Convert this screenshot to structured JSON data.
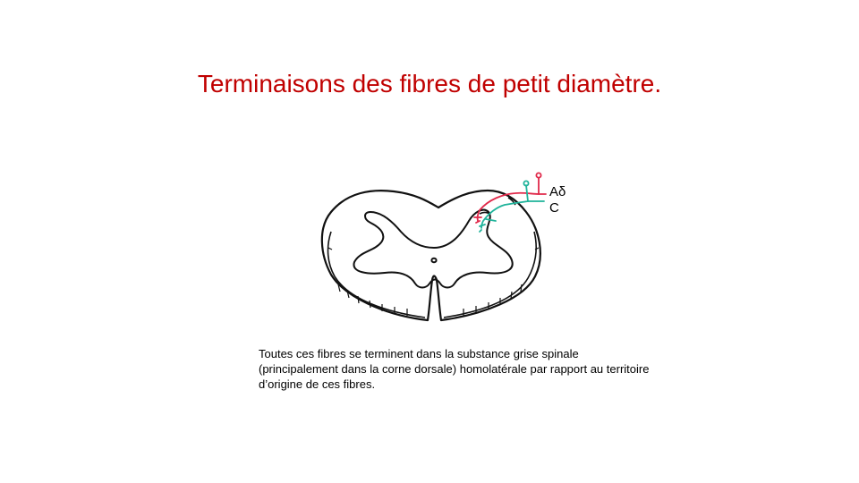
{
  "slide": {
    "title": "Terminaisons des fibres de petit diamètre.",
    "caption_lines": [
      "Toutes ces fibres se terminent dans la substance grise spinale",
      "(principalement dans la corne dorsale) homolatérale par rapport au territoire",
      "d’origine de ces fibres."
    ]
  },
  "diagram": {
    "fibers": [
      {
        "label": "Aδ",
        "color": "#e0294a"
      },
      {
        "label": "C",
        "color": "#1fb39a"
      }
    ],
    "outline_color": "#111111"
  }
}
